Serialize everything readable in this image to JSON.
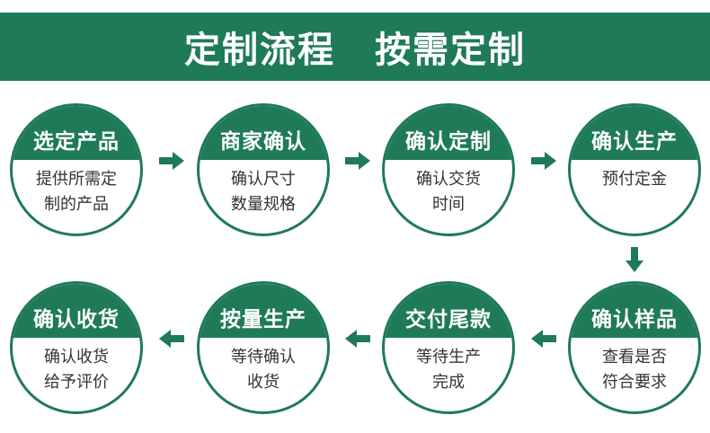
{
  "banner": {
    "left": "定制流程",
    "right": "按需定制"
  },
  "colors": {
    "green": "#1f7a57"
  },
  "steps": [
    {
      "title": "选定产品",
      "line1": "提供所需定",
      "line2": "制的产品"
    },
    {
      "title": "商家确认",
      "line1": "确认尺寸",
      "line2": "数量规格"
    },
    {
      "title": "确认定制",
      "line1": "确认交货",
      "line2": "时间"
    },
    {
      "title": "确认生产",
      "line1": "预付定金",
      "line2": ""
    },
    {
      "title": "确认样品",
      "line1": "查看是否",
      "line2": "符合要求"
    },
    {
      "title": "交付尾款",
      "line1": "等待生产",
      "line2": "完成"
    },
    {
      "title": "按量生产",
      "line1": "等待确认",
      "line2": "收货"
    },
    {
      "title": "确认收货",
      "line1": "确认收货",
      "line2": "给予评价"
    }
  ]
}
